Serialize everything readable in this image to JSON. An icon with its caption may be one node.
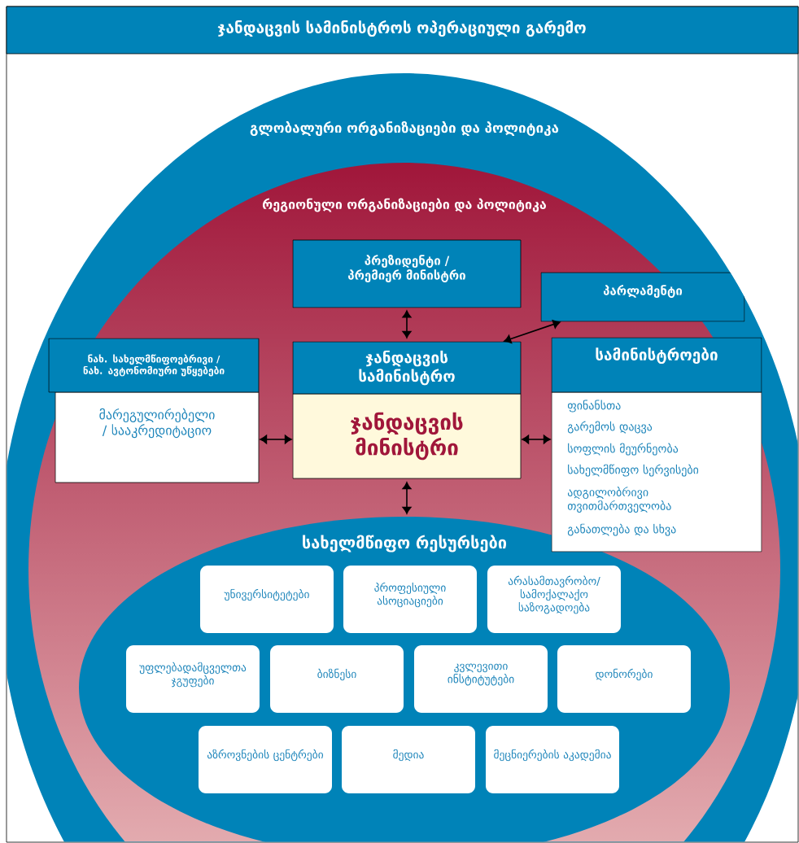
{
  "diagram": {
    "title": "ჯანდაცვის სამინისტროს ოპერაციული გარემო",
    "nodes": [
      {
        "text": [
          "გლობალური ორგანიზაციები და პოლიტიკა"
        ]
      },
      {
        "text": [
          "რეგიონული ორგანიზაციები და პოლიტიკა"
        ],
        "in": 0
      },
      {
        "text": [
          "პრეზიდენტი / პრემიერ მინისტრი"
        ],
        "in": 0
      },
      {
        "text": [
          "პარლამენტი"
        ],
        "in": 0
      },
      {
        "text": [
          "ნახ. სახელმწიფოებრივი / ნახ. ავტონომიური უწყებები",
          "მარეგულირებელი / სააკრედიტაციო"
        ],
        "in": 0
      },
      {
        "text": [
          "ჯანდაცვის სამინისტრო",
          "ჯანდაცვის მინისტრი"
        ],
        "in": 0
      },
      {
        "text": [
          "სამინისტროები",
          "ფინანსთა",
          "გარემოს დაცვა",
          "სოფლის მეურნეობა",
          "სახელმწიფო სერვისები",
          "ადგილობრივი თვითმართველობა",
          "განათლება და სხვა"
        ],
        "in": 0
      },
      {
        "text": [
          "სახელმწიფო რესურსები"
        ],
        "in": 0
      },
      {
        "text": [
          "უნივერსიტეტები"
        ],
        "in": 7
      },
      {
        "text": [
          "პროფესიული ასოციაციები"
        ],
        "in": 7
      },
      {
        "text": [
          "არასამთავრობო/სამოქალაქო საზოგადოება"
        ],
        "in": 7
      },
      {
        "text": [
          "უფლებადამცველთა ჯგუფები"
        ],
        "in": 7
      },
      {
        "text": [
          "ბიზნესი"
        ],
        "in": 7
      },
      {
        "text": [
          "კვლევითი ინსტიტუტები"
        ],
        "in": 7
      },
      {
        "text": [
          "დონორები"
        ],
        "in": 7
      },
      {
        "text": [
          "აზროვნების ცენტრები"
        ],
        "in": 7
      },
      {
        "text": [
          "მედია"
        ],
        "in": 7
      },
      {
        "text": [
          "მეცნიერების აკადემია"
        ],
        "in": 7
      }
    ],
    "edges": [
      {
        "from": 2,
        "to": 5,
        "arrow": "both"
      },
      {
        "from": 3,
        "to": 5,
        "arrow": "both"
      },
      {
        "from": 4,
        "to": 5,
        "arrow": "both"
      },
      {
        "from": 5,
        "to": 6,
        "arrow": "both"
      },
      {
        "from": 5,
        "to": 7,
        "arrow": "both"
      }
    ]
  }
}
